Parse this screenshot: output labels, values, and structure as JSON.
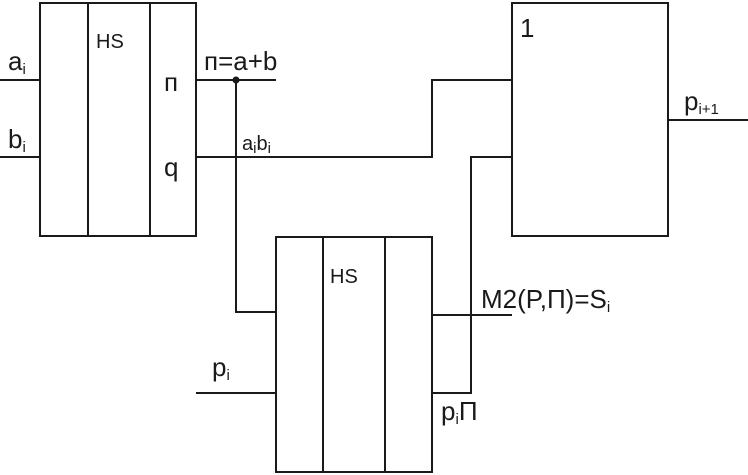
{
  "blocks": {
    "hs1": {
      "title": "HS",
      "out1": "п",
      "out2": "q"
    },
    "hs2": {
      "title": "HS"
    },
    "or_gate": {
      "title": "1"
    }
  },
  "signals": {
    "a": {
      "base": "a",
      "sub": "i"
    },
    "b": {
      "base": "b",
      "sub": "i"
    },
    "sum": "п=a+b",
    "ab": {
      "a": "a",
      "a_sub": "i",
      "b": "b",
      "b_sub": "i"
    },
    "p_in": {
      "base": "p",
      "sub": "i"
    },
    "m2": {
      "pre": "M2(P,П)=S",
      "sub": "i"
    },
    "pp": {
      "base": "p",
      "sub": "i",
      "post": "П"
    },
    "p_out": {
      "base": "p",
      "sub": "i+1"
    }
  },
  "colors": {
    "stroke": "#1a1a1a",
    "background": "#ffffff"
  }
}
